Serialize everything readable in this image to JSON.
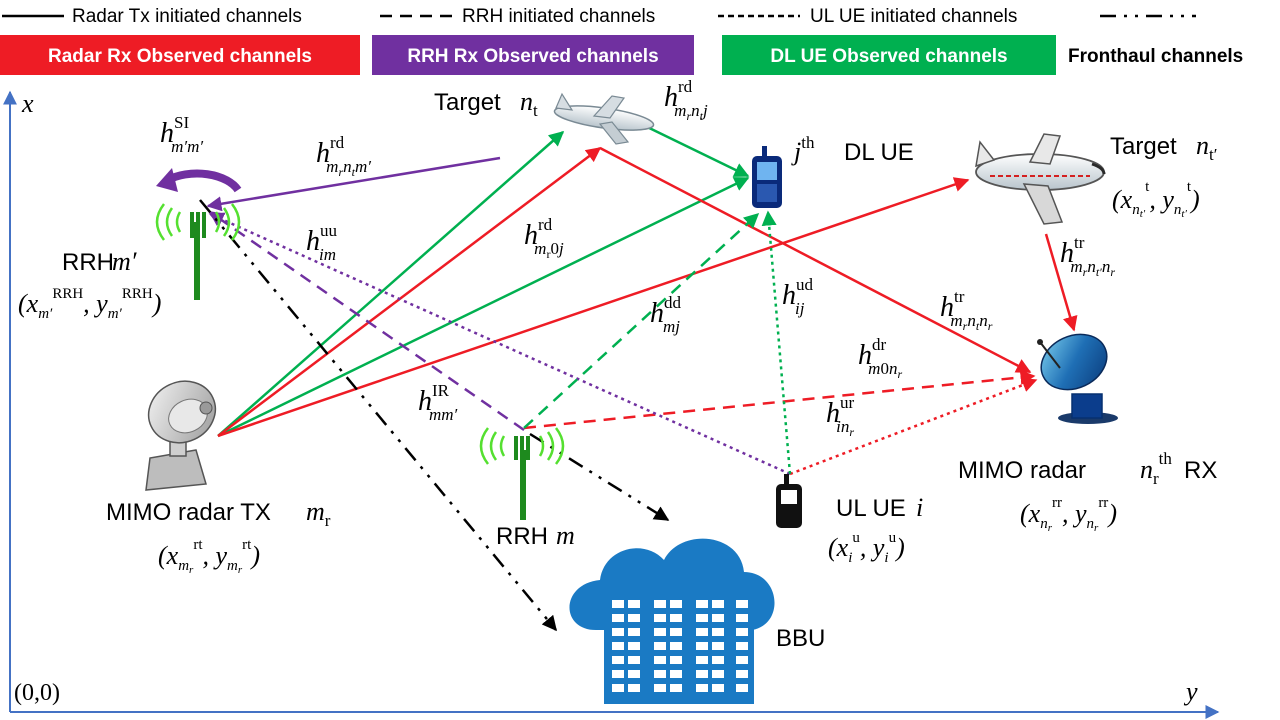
{
  "legend": {
    "lines": [
      {
        "label": "Radar Tx initiated channels"
      },
      {
        "label": "RRH initiated channels"
      },
      {
        "label": "UL UE initiated channels"
      }
    ],
    "boxes": [
      {
        "label": "Radar Rx Observed channels",
        "color": "#ee1c25"
      },
      {
        "label": "RRH Rx Observed channels",
        "color": "#7030a0"
      },
      {
        "label": "DL UE Observed channels",
        "color": "#00b050"
      }
    ],
    "fronthaul_label": "Fronthaul channels"
  },
  "axes": {
    "x_label": "x",
    "y_label": "y",
    "origin_label": "(0,0)"
  },
  "nodes": {
    "target_nt": {
      "label": "Target"
    },
    "jth_ue": {
      "label": "DL UE"
    },
    "target_ntp": {
      "label": "Target"
    },
    "rrh_mp": {
      "label": "RRH"
    },
    "radar_tx": {
      "label": "MIMO radar TX"
    },
    "rrh_m": {
      "label": "RRH"
    },
    "ul_ue": {
      "label": "UL UE"
    },
    "radar_rx": {
      "label": "MIMO radar"
    },
    "bbu": {
      "label": "BBU"
    }
  },
  "colors": {
    "red": "#ee1c25",
    "purple": "#7030a0",
    "green": "#00b050",
    "axis": "#4472c4",
    "black": "#000000"
  }
}
